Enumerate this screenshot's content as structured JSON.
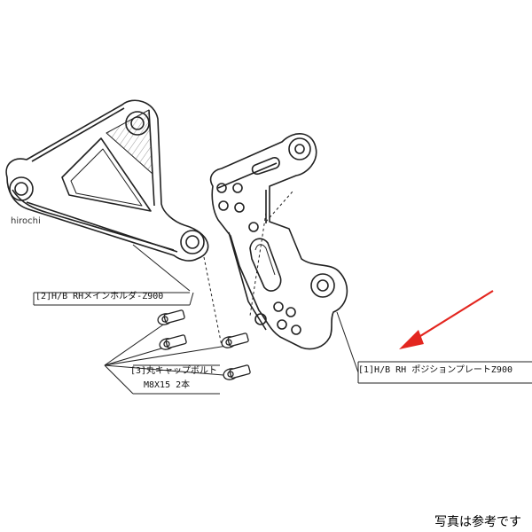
{
  "watermark": "hirochi",
  "callouts": {
    "part2": "[2]H/B RHメインホルダ-Z900",
    "part3_line1": "[3]丸キャップボルト",
    "part3_line2": "M8X15 2本",
    "part1": "[1]H/B RH ポジションプレートZ900"
  },
  "note": "写真は参考です",
  "colors": {
    "line": "#222222",
    "arrow": "#e3261f"
  },
  "icons": {
    "arrow": "red-arrow-icon",
    "bolt": "cap-bolt-icon"
  }
}
